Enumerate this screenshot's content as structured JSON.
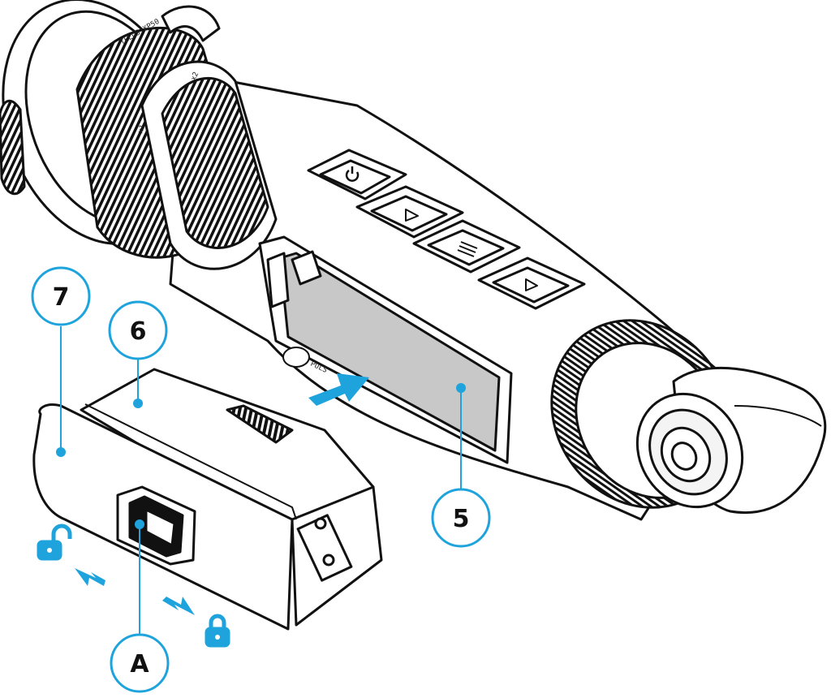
{
  "callouts": {
    "label_7": "7",
    "label_6": "6",
    "label_5": "5",
    "label_a": "A"
  },
  "device": {
    "lens_ring_text": "TELOS XP50",
    "zoom_x1": "x1",
    "zoom_x2": "x2",
    "brand_mark": "PULS"
  },
  "icons": {
    "unlock": "unlock-icon",
    "lock": "lock-icon",
    "insert_arrow": "arrow-right-icon",
    "power_button": "power-icon",
    "up_button": "triangle-right-icon",
    "menu_button": "menu-lines-icon",
    "down_button": "triangle-right-icon"
  },
  "colors": {
    "accent": "#1ea3dc",
    "outline": "#111111",
    "battery_compartment": "#c8c8c8"
  }
}
